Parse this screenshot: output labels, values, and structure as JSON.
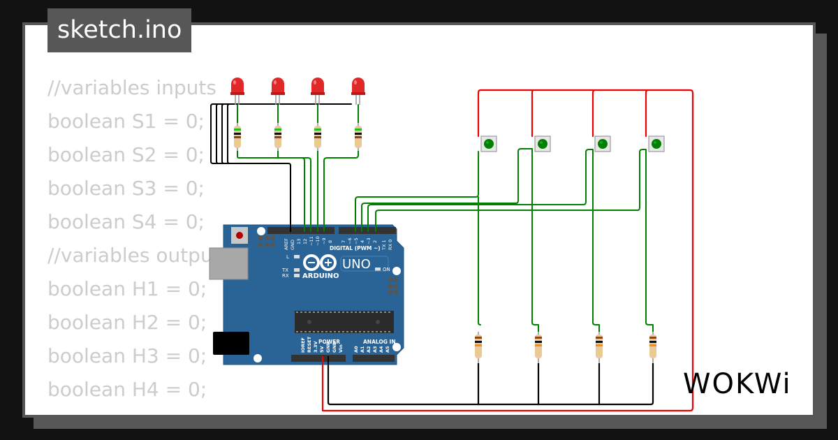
{
  "file_tab": {
    "label": "sketch.ino"
  },
  "code_lines": [
    "//variables inputs",
    "boolean S1 = 0;",
    "boolean S2 = 0;",
    "boolean S3 = 0;",
    "boolean S4 = 0;",
    "//variables outputs",
    "boolean H1 = 0;",
    "boolean H2 = 0;",
    "boolean H3 = 0;",
    "boolean H4 = 0;"
  ],
  "board": {
    "name": "UNO",
    "brand": "ARDUINO",
    "digital_header_label": "DIGITAL (PWM ~)",
    "digital_pins_left": [
      "AREF",
      "GND",
      "13",
      "12",
      "~11",
      "~10",
      "~9",
      "8"
    ],
    "digital_pins_right": [
      "7",
      "~6",
      "~5",
      "4",
      "~3",
      "2",
      "TX 1",
      "RX 0"
    ],
    "power_header_label": "POWER",
    "power_pins": [
      "IOREF",
      "RESET",
      "3.3V",
      "5V",
      "GND",
      "GND",
      "Vin"
    ],
    "analog_header_label": "ANALOG IN",
    "analog_pins": [
      "A0",
      "A1",
      "A2",
      "A3",
      "A4",
      "A5"
    ],
    "leds": {
      "l": "L",
      "tx": "TX",
      "rx": "RX",
      "on": "ON"
    }
  },
  "components": {
    "leds": [
      {
        "id": "H1",
        "color": "red"
      },
      {
        "id": "H2",
        "color": "red"
      },
      {
        "id": "H3",
        "color": "red"
      },
      {
        "id": "H4",
        "color": "red"
      }
    ],
    "buttons": [
      {
        "id": "S1",
        "color": "green"
      },
      {
        "id": "S2",
        "color": "green"
      },
      {
        "id": "S3",
        "color": "green"
      },
      {
        "id": "S4",
        "color": "green"
      }
    ]
  },
  "colors": {
    "background": "#121212",
    "frame": "#575757",
    "board_blue": "#2a6496",
    "wire_red": "#ee0000",
    "wire_green": "#008000",
    "wire_black": "#000000",
    "code_text": "#cccccc"
  },
  "brand_logo": {
    "text": "WOKWi"
  }
}
